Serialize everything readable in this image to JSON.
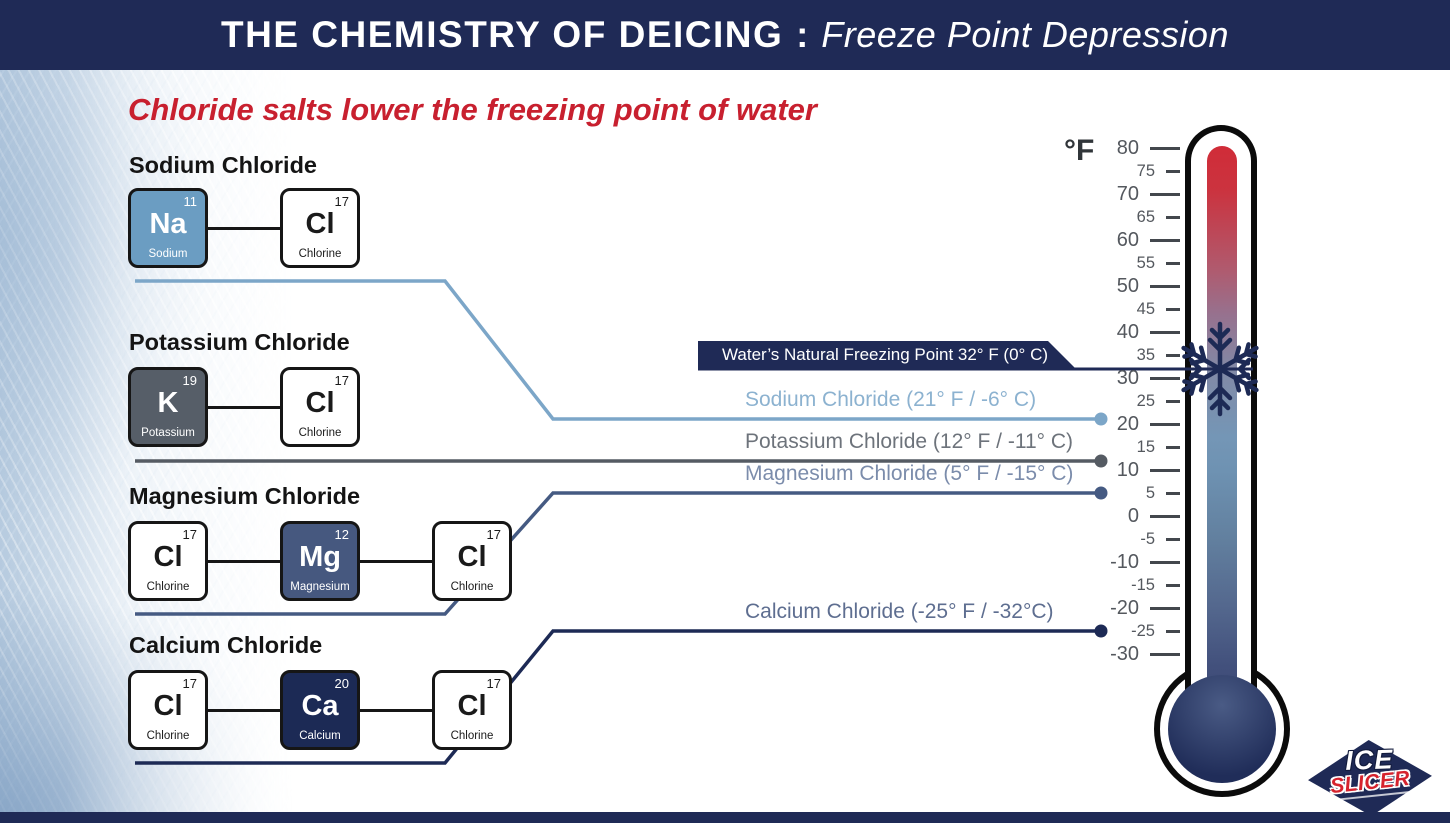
{
  "header": {
    "title": "THE CHEMISTRY OF DEICING",
    "separator": ":",
    "subtitle_italic": "Freeze Point Depression"
  },
  "tagline": "Chloride salts lower the freezing point of water",
  "banner": {
    "label": "Water’s Natural Freezing Point 32° F (0° C)",
    "freeze_f": 32
  },
  "compounds": [
    {
      "name": "Sodium Chloride",
      "label": "Sodium Chloride (21° F / -6° C)",
      "freeze_f": 21,
      "line_color": "#7ca6c8",
      "label_color": "#8cb2d0",
      "elements": [
        {
          "number": "11",
          "symbol": "Na",
          "name": "Sodium",
          "fill": "#6b9dc2",
          "text_color": "#ffffff"
        },
        {
          "number": "17",
          "symbol": "Cl",
          "name": "Chlorine",
          "fill": "#ffffff",
          "text_color": "#1a1a1a"
        }
      ]
    },
    {
      "name": "Potassium Chloride",
      "label": "Potassium Chloride (12° F / -11° C)",
      "freeze_f": 12,
      "line_color": "#555b63",
      "label_color": "#6d737b",
      "elements": [
        {
          "number": "19",
          "symbol": "K",
          "name": "Potassium",
          "fill": "#565e68",
          "text_color": "#ffffff"
        },
        {
          "number": "17",
          "symbol": "Cl",
          "name": "Chlorine",
          "fill": "#ffffff",
          "text_color": "#1a1a1a"
        }
      ]
    },
    {
      "name": "Magnesium Chloride",
      "label": "Magnesium Chloride (5° F / -15° C)",
      "freeze_f": 5,
      "line_color": "#455a82",
      "label_color": "#7b8cab",
      "elements": [
        {
          "number": "17",
          "symbol": "Cl",
          "name": "Chlorine",
          "fill": "#ffffff",
          "text_color": "#1a1a1a"
        },
        {
          "number": "12",
          "symbol": "Mg",
          "name": "Magnesium",
          "fill": "#46587f",
          "text_color": "#ffffff"
        },
        {
          "number": "17",
          "symbol": "Cl",
          "name": "Chlorine",
          "fill": "#ffffff",
          "text_color": "#1a1a1a"
        }
      ]
    },
    {
      "name": "Calcium Chloride",
      "label": "Calcium Chloride (-25° F / -32°C)",
      "freeze_f": -25,
      "line_color": "#1d2a55",
      "label_color": "#5e6e90",
      "elements": [
        {
          "number": "17",
          "symbol": "Cl",
          "name": "Chlorine",
          "fill": "#ffffff",
          "text_color": "#1a1a1a"
        },
        {
          "number": "20",
          "symbol": "Ca",
          "name": "Calcium",
          "fill": "#1c2a55",
          "text_color": "#ffffff"
        },
        {
          "number": "17",
          "symbol": "Cl",
          "name": "Chlorine",
          "fill": "#ffffff",
          "text_color": "#1a1a1a"
        }
      ]
    }
  ],
  "thermometer": {
    "unit": "°F",
    "scale_max": 80,
    "scale_min": -30,
    "ticks": [
      80,
      75,
      70,
      65,
      60,
      55,
      50,
      45,
      40,
      35,
      30,
      25,
      20,
      15,
      10,
      5,
      0,
      -5,
      -10,
      -15,
      -20,
      -25,
      -30
    ]
  },
  "logo": {
    "top": "ICE",
    "bottom": "SLICER"
  },
  "colors": {
    "navy": "#1f2a56",
    "red": "#c8202f",
    "line_gray": "#43474d"
  }
}
